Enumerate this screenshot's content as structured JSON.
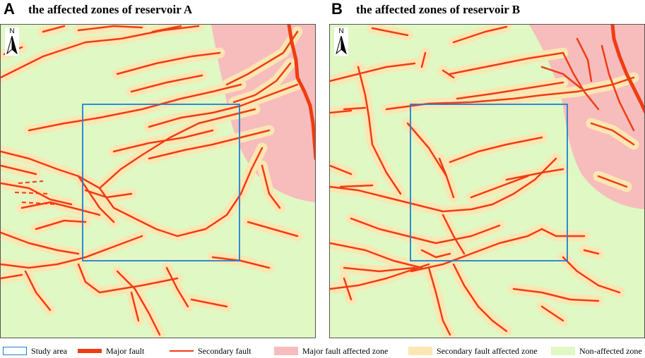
{
  "panels": [
    {
      "letter": "A",
      "title": "the affected zones of reservoir A",
      "north": "N"
    },
    {
      "letter": "B",
      "title": "the affected zones of reservoir B",
      "north": "N"
    }
  ],
  "legend": [
    {
      "key": "study",
      "label": "Study area"
    },
    {
      "key": "major",
      "label": "Major fault"
    },
    {
      "key": "secondary",
      "label": "Secondary fault"
    },
    {
      "key": "majorzone",
      "label": "Major  fault affected zone"
    },
    {
      "key": "seczone",
      "label": "Secondary fault affected zone"
    },
    {
      "key": "nonzone",
      "label": "Non-affected zone"
    }
  ],
  "colors": {
    "fault": "#f03c12",
    "major_zone": "#f7bcbc",
    "secondary_zone": "#fbe6b4",
    "non_affected": "#e0f8c4",
    "study_area": "#1f7fd1"
  },
  "icons": [
    "north-arrow-icon"
  ]
}
